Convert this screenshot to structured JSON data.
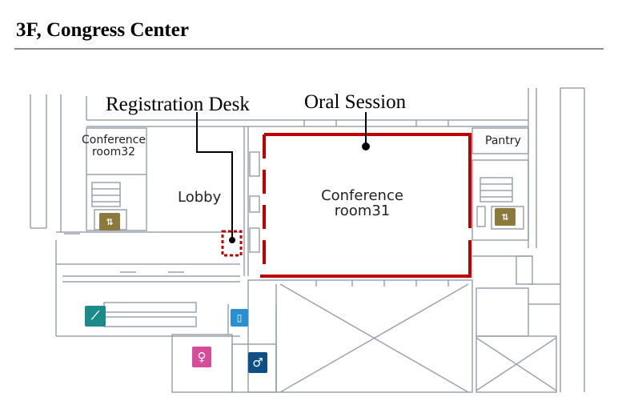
{
  "header": {
    "title": "3F, Congress Center"
  },
  "callouts": {
    "registration_desk": "Registration Desk",
    "oral_session": "Oral Session"
  },
  "rooms": {
    "conference_room32_line1": "Conference",
    "conference_room32_line2": "room32",
    "lobby": "Lobby",
    "conference_room31_line1": "Conference",
    "conference_room31_line2": "room31",
    "pantry": "Pantry"
  },
  "colors": {
    "highlight": "#c00000",
    "wall": "#9aa3ad",
    "floor_fill": "#f2f4f6",
    "elevator": "#8b7a3c",
    "escalator": "#1c8a8a",
    "phone": "#2a8fd0",
    "female_restroom": "#d64c9a",
    "male_restroom": "#0f4f86"
  },
  "icons": [
    "elevator-icon-left",
    "elevator-icon-right",
    "escalator-icon",
    "phone-icon",
    "female-restroom-icon",
    "male-restroom-icon"
  ]
}
